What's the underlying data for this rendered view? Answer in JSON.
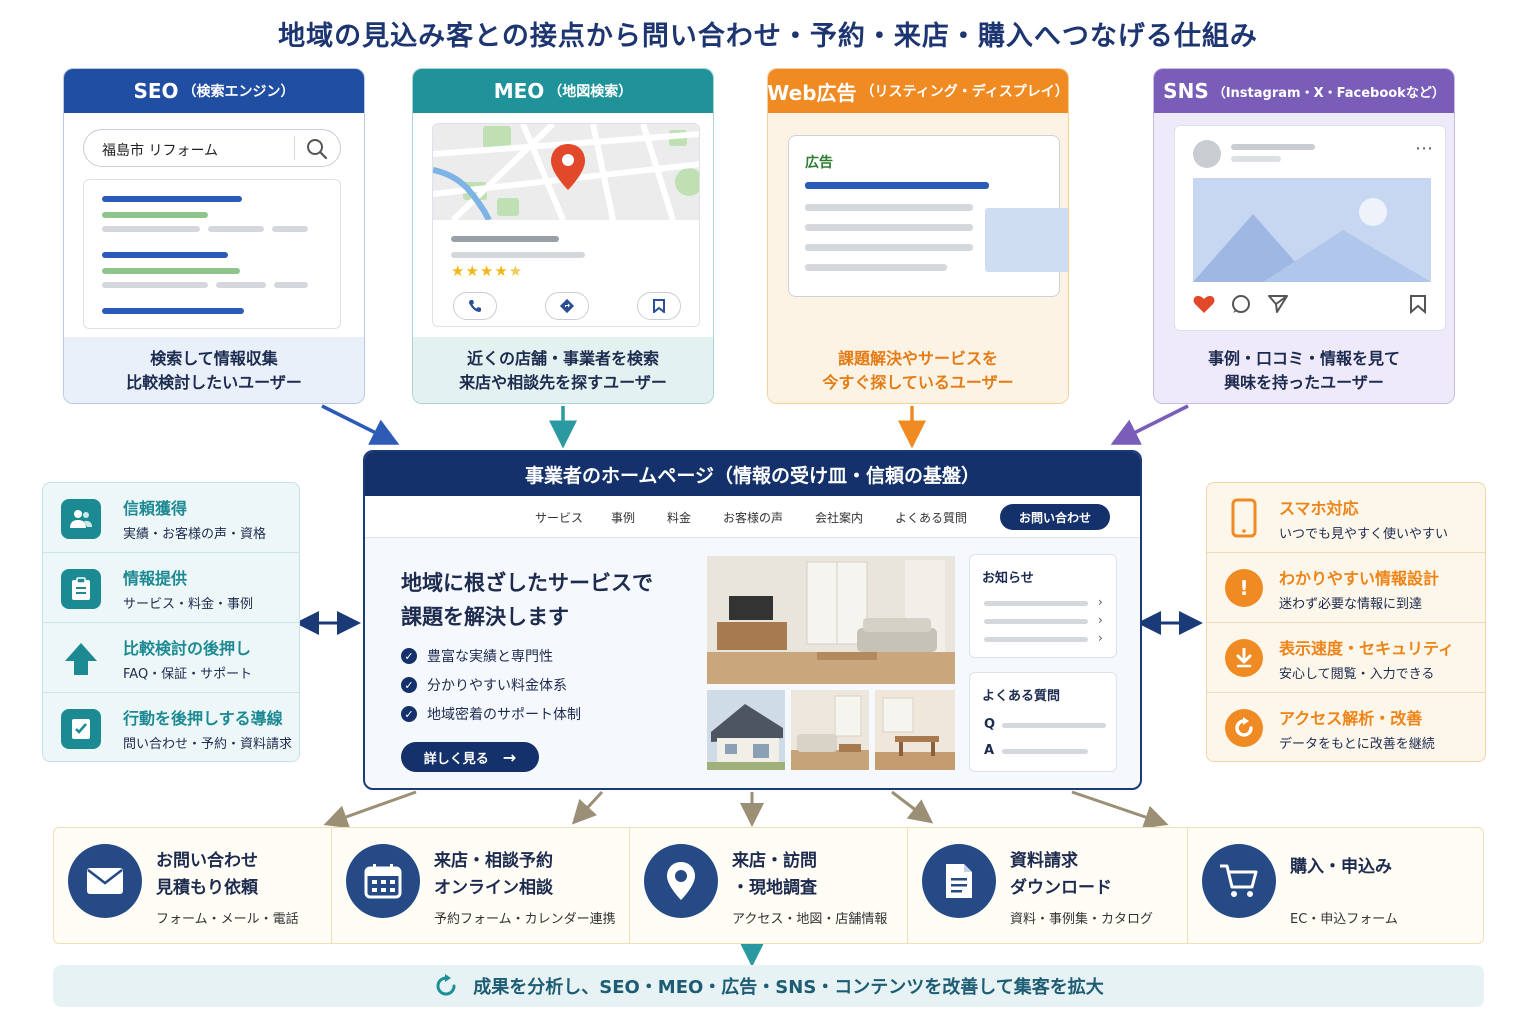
{
  "title": "地域の見込み客との接点から問い合わせ・予約・来店・購入へつなげる仕組み",
  "channels": [
    {
      "name": "SEO",
      "sub": "（検索エンジン）",
      "search_text": "福島市 リフォーム",
      "desc1": "検索して情報収集",
      "desc2": "比較検討したいユーザー"
    },
    {
      "name": "MEO",
      "sub": "（地図検索）",
      "desc1": "近くの店舗・事業者を検索",
      "desc2": "来店や相談先を探すユーザー"
    },
    {
      "name": "Web広告",
      "sub": "（リスティング・ディスプレイ）",
      "ad_label": "広告",
      "desc1": "課題解決やサービスを",
      "desc2": "今すぐ探しているユーザー"
    },
    {
      "name": "SNS",
      "sub": "（Instagram・X・Facebookなど）",
      "desc1": "事例・口コミ・情報を見て",
      "desc2": "興味を持ったユーザー"
    }
  ],
  "homepage": {
    "header": "事業者のホームページ（情報の受け皿・信頼の基盤）",
    "nav": [
      "サービス",
      "事例",
      "料金",
      "お客様の声",
      "会社案内",
      "よくある質問"
    ],
    "nav_button": "お問い合わせ",
    "hero_line1": "地域に根ざしたサービスで",
    "hero_line2": "課題を解決します",
    "checks": [
      "豊富な実績と専門性",
      "分かりやすい料金体系",
      "地域密着のサポート体制"
    ],
    "more_button": "詳しく見る",
    "news_title": "お知らせ",
    "faq_title": "よくある質問",
    "faq_q": "Q",
    "faq_a": "A"
  },
  "left_items": [
    {
      "title": "信頼獲得",
      "sub": "実績・お客様の声・資格",
      "icon": "users-icon"
    },
    {
      "title": "情報提供",
      "sub": "サービス・料金・事例",
      "icon": "clipboard-icon"
    },
    {
      "title": "比較検討の後押し",
      "sub": "FAQ・保証・サポート",
      "icon": "arrow-up-icon"
    },
    {
      "title": "行動を後押しする導線",
      "sub": "問い合わせ・予約・資料請求",
      "icon": "form-icon"
    }
  ],
  "right_items": [
    {
      "title": "スマホ対応",
      "sub": "いつでも見やすく使いやすい",
      "icon": "smartphone-icon"
    },
    {
      "title": "わかりやすい情報設計",
      "sub": "迷わず必要な情報に到達",
      "icon": "info-icon"
    },
    {
      "title": "表示速度・セキュリティ",
      "sub": "安心して閲覧・入力できる",
      "icon": "download-icon"
    },
    {
      "title": "アクセス解析・改善",
      "sub": "データをもとに改善を継続",
      "icon": "refresh-icon"
    }
  ],
  "outcomes": [
    {
      "line1": "お問い合わせ",
      "line2": "見積もり依頼",
      "sub": "フォーム・メール・電話",
      "icon": "mail-icon"
    },
    {
      "line1": "来店・相談予約",
      "line2": "オンライン相談",
      "sub": "予約フォーム・カレンダー連携",
      "icon": "calendar-icon"
    },
    {
      "line1": "来店・訪問",
      "line2": "・現地調査",
      "sub": "アクセス・地図・店舗情報",
      "icon": "map-pin-icon"
    },
    {
      "line1": "資料請求",
      "line2": "ダウンロード",
      "sub": "資料・事例集・カタログ",
      "icon": "document-icon"
    },
    {
      "line1": "購入・申込み",
      "line2": "",
      "sub": "EC・申込フォーム",
      "icon": "cart-icon"
    }
  ],
  "footer": "成果を分析し、SEO・MEO・広告・SNS・コンテンツを改善して集客を拡大",
  "colors": {
    "navy": "#15316b",
    "seo": "#1f4ea3",
    "meo": "#20939a",
    "web": "#f08a22",
    "sns": "#7a5db8"
  }
}
